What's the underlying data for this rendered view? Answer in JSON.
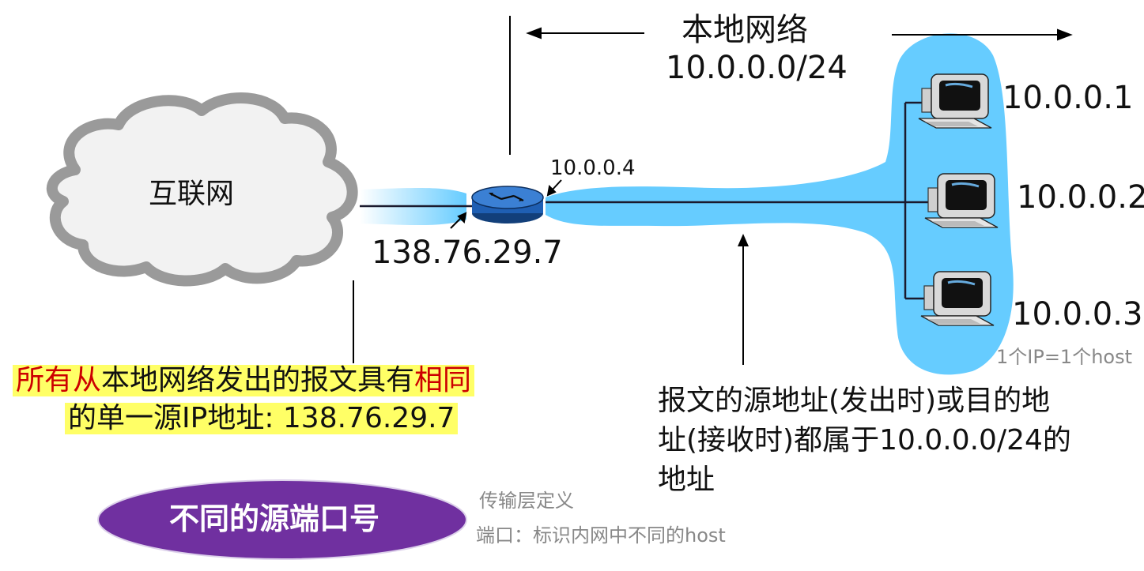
{
  "network": {
    "title": "本地网络",
    "subnet": "10.0.0.0/24"
  },
  "internet_label": "互联网",
  "router": {
    "inner_ip": "10.0.0.4",
    "outer_ip": "138.76.29.7"
  },
  "hosts": [
    {
      "ip": "10.0.0.1"
    },
    {
      "ip": "10.0.0.2"
    },
    {
      "ip": "10.0.0.3"
    }
  ],
  "host_note": "1个IP=1个host",
  "left_note": {
    "p1_red": "所有从",
    "p2": "本地网络发出的报文具有",
    "p3_red": "相同",
    "line2": "的单一源IP地址: 138.76.29.7"
  },
  "right_note": {
    "line1": "报文的源地址(发出时)或目的地",
    "line2": "址(接收时)都属于10.0.0.0/24的",
    "line3": "地址"
  },
  "ellipse_label": "不同的源端口号",
  "gray_notes": {
    "line1": "传输层定义",
    "line2": "端口：标识内网中不同的host"
  },
  "colors": {
    "lan_fill": "#66ccff",
    "router_fill": "#1f5fb3",
    "ellipse_fill": "#7030a0",
    "cloud_fill": "#f2f2f2",
    "cloud_stroke": "#9a9a9a",
    "highlight": "#ffff66",
    "emphasis_red": "#cc0000"
  }
}
